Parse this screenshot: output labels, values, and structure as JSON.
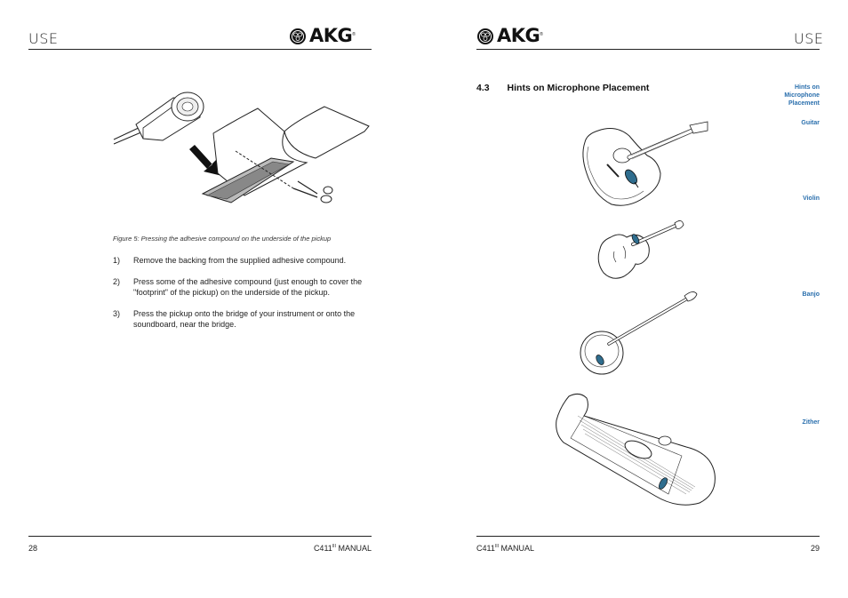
{
  "left_page": {
    "section": "USE",
    "brand": "AKG",
    "figure_caption": "Figure 5:  Pressing the adhesive compound on the underside of the pickup",
    "steps": [
      {
        "num": "1)",
        "text": "Remove the backing from the supplied adhesive compound."
      },
      {
        "num": "2)",
        "text": "Press some of the adhesive compound (just enough to cover the \"footprint\" of the pickup) on the underside of the pickup."
      },
      {
        "num": "3)",
        "text": "Press the pickup onto the bridge of your instrument or onto the soundboard, near the bridge."
      }
    ],
    "page_number": "28",
    "manual_model": "C411",
    "manual_sup": "III",
    "manual_word": "MANUAL"
  },
  "right_page": {
    "section": "USE",
    "brand": "AKG",
    "heading_number": "4.3",
    "heading_text": "Hints on Microphone Placement",
    "sidenotes": {
      "hints_line1": "Hints on",
      "hints_line2": "Microphone",
      "hints_line3": "Placement",
      "guitar": "Guitar",
      "violin": "Violin",
      "banjo": "Banjo",
      "zither": "Zither"
    },
    "page_number": "29",
    "manual_model": "C411",
    "manual_sup": "III",
    "manual_word": "MANUAL"
  },
  "colors": {
    "accent_blue": "#2a6fad",
    "pickup_blue": "#2f6d8e",
    "rule": "#222222"
  }
}
